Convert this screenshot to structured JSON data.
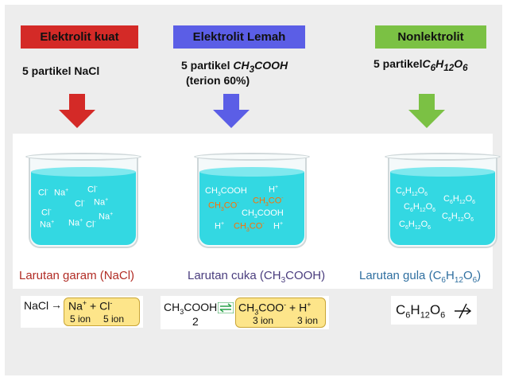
{
  "headers": {
    "kuat": "Elektrolit kuat",
    "lemah": "Elektrolit Lemah",
    "non": "Nonlektrolit"
  },
  "descriptions": {
    "kuat": "5 partikel NaCl",
    "lemah_prefix": "5 partikel ",
    "lemah_formula_a": "CH",
    "lemah_formula_sub": "3",
    "lemah_formula_b": "COOH",
    "lemah_note": "(terion 60%)",
    "non_prefix": "5 partikel",
    "non_c": "C",
    "non_c_sub": "6",
    "non_h": "H",
    "non_h_sub": "12",
    "non_o": "O",
    "non_o_sub": "6"
  },
  "colors": {
    "kuat": "#d42a27",
    "lemah": "#5b5ee6",
    "non": "#7bc144",
    "water": "#33d8e2"
  },
  "beaker_nacl": {
    "ions": [
      {
        "t": "Cl",
        "s": "-"
      },
      {
        "t": "Na",
        "s": "+"
      },
      {
        "t": "Cl",
        "s": "-"
      },
      {
        "t": "Cl",
        "s": "-"
      },
      {
        "t": "Na",
        "s": "+"
      },
      {
        "t": "Cl",
        "s": "-"
      },
      {
        "t": "Na",
        "s": "+"
      },
      {
        "t": "Na",
        "s": "+"
      },
      {
        "t": "Na",
        "s": "+"
      },
      {
        "t": "Cl",
        "s": "-"
      }
    ]
  },
  "beaker_cuka": {
    "molecule": "CH3COOH",
    "acetate": "CH3CO-",
    "proton": "H+"
  },
  "beaker_gula": {
    "molecule": "C6H12O6"
  },
  "captions": {
    "kuat": "Larutan garam (NaCl)",
    "lemah_a": "Larutan cuka (CH",
    "lemah_sub": "3",
    "lemah_b": "COOH)",
    "non_a": "Larutan gula (C",
    "non_s1": "6",
    "non_b": "H",
    "non_s2": "12",
    "non_c": "O",
    "non_s3": "6",
    "non_d": ")"
  },
  "equations": {
    "nacl_left": "NaCl",
    "nacl_arrow": "→",
    "nacl_right_a": "Na",
    "nacl_right_a_sup": "+",
    "nacl_plus": " + Cl",
    "nacl_right_b_sup": "-",
    "nacl_ion1": "5 ion",
    "nacl_ion2": "5 ion",
    "cuka_left": "CH",
    "cuka_left_sub": "3",
    "cuka_left_b": "COOH",
    "cuka_left_count": "2",
    "cuka_right": "CH",
    "cuka_right_sub": "3",
    "cuka_right_b": "COO",
    "cuka_right_sup": "-",
    "cuka_plus": " + H",
    "cuka_plus_sup": "+",
    "cuka_ion1": "3 ion",
    "cuka_ion2": "3 ion",
    "gula_c": "C",
    "gula_s1": "6",
    "gula_h": "H",
    "gula_s2": "12",
    "gula_o": "O",
    "gula_s3": "6"
  }
}
